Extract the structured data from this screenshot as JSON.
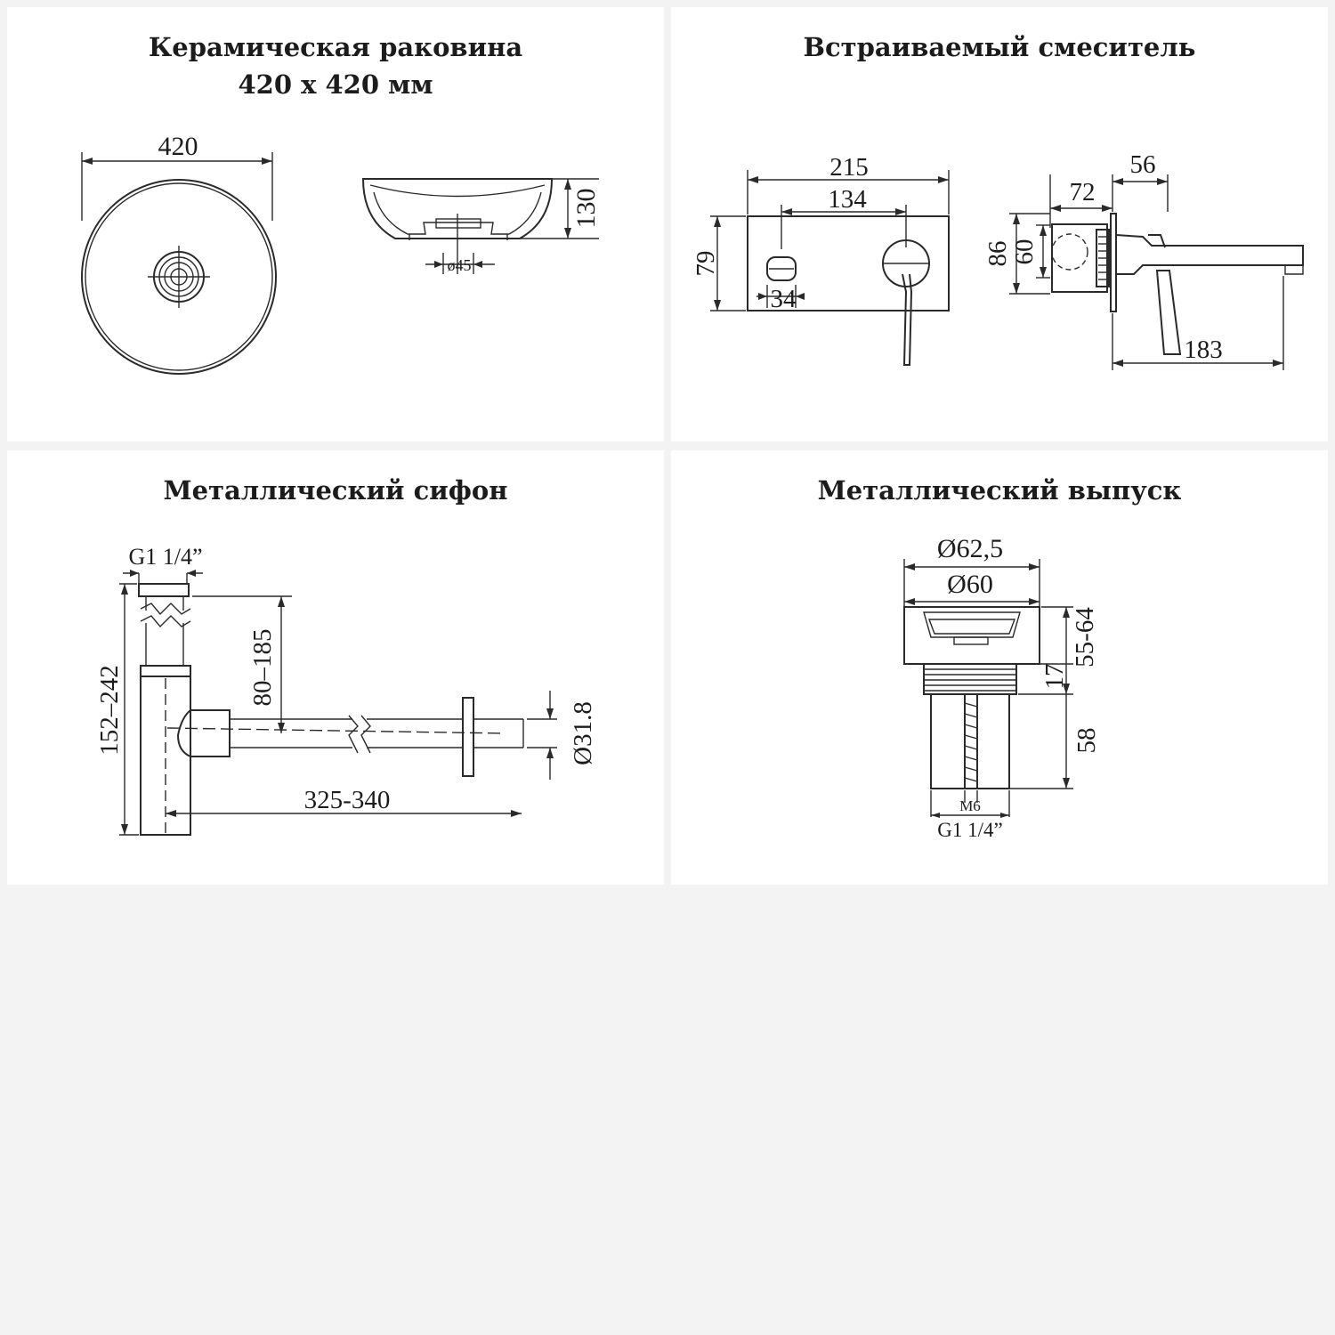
{
  "colors": {
    "background": "#f3f3f3",
    "panel": "#ffffff",
    "ink": "#1c1c1c"
  },
  "panels": [
    {
      "title": "Керамическая раковина",
      "subtitle": "420 x 420 мм",
      "dims": {
        "width": "420",
        "height": "130",
        "drain": "ø45"
      }
    },
    {
      "title": "Встраиваемый смеситель",
      "dims": {
        "total_width": "215",
        "centers": "134",
        "height": "79",
        "spout": "34",
        "depth_a": "56",
        "depth_b": "72",
        "outer_h": "86",
        "inner_h": "60",
        "reach": "183"
      }
    },
    {
      "title": "Металлический сифон",
      "dims": {
        "thread": "G1 1/4”",
        "height_range": "152–242",
        "drop_range": "80–185",
        "length_range": "325-340",
        "pipe_diameter": "Ø31.8"
      }
    },
    {
      "title": "Металлический выпуск",
      "dims": {
        "outer_d": "Ø62,5",
        "inner_d": "Ø60",
        "flange_range": "55-64",
        "collar": "17",
        "body": "58",
        "screw": "M6",
        "thread": "G1 1/4”"
      }
    }
  ]
}
